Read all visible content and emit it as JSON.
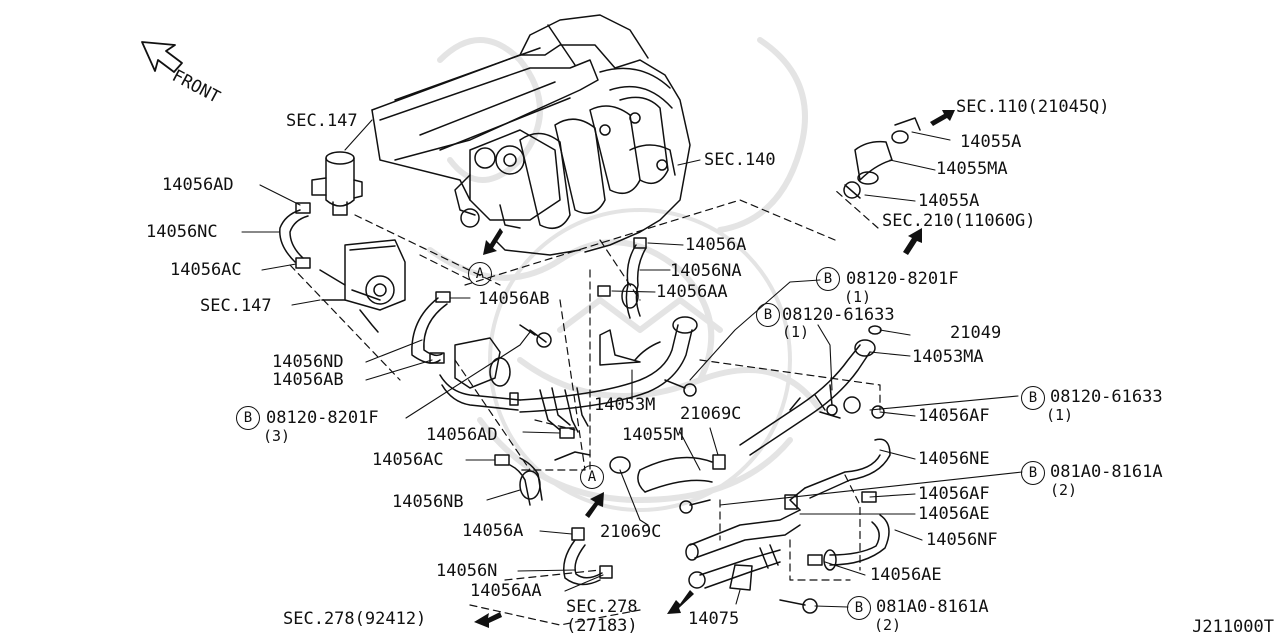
{
  "diagram": {
    "code": "J211000T",
    "front_label": "FRONT",
    "ref_markers": {
      "A": "A",
      "B": "B"
    },
    "parts": {
      "sec147_top": "SEC.147",
      "p14056AD_1": "14056AD",
      "p14056NC": "14056NC",
      "p14056AC_1": "14056AC",
      "sec147_bottom": "SEC.147",
      "p14056ND": "14056ND",
      "p14056AB_1": "14056AB",
      "p08120_8201F_1": "08120-8201F",
      "q3": "(3)",
      "p14056AD_2": "14056AD",
      "p14056AC_2": "14056AC",
      "p14056NB": "14056NB",
      "p14056A_1": "14056A",
      "p14056N": "14056N",
      "p14056AA_1": "14056AA",
      "sec278_left": "SEC.278(92412)",
      "sec278_mid_a": "SEC.278",
      "sec278_mid_b": "(27183)",
      "p14075": "14075",
      "p081A0_2": "081A0-8161A",
      "q2b": "(2)",
      "p14056AE_1": "14056AE",
      "p14056NF": "14056NF",
      "p14056AE_2": "14056AE",
      "p14056AF_1": "14056AF",
      "p081A0_1": "081A0-8161A",
      "q2a": "(2)",
      "p14056NE": "14056NE",
      "p14056AF_2": "14056AF",
      "p08120_61633_2": "08120-61633",
      "q1c": "(1)",
      "p14053MA": "14053MA",
      "p21049": "21049",
      "p08120_61633_1": "08120-61633",
      "q1b": "(1)",
      "p08120_8201F_2": "08120-8201F",
      "q1a": "(1)",
      "p14056AA_2": "14056AA",
      "p14056NA": "14056NA",
      "p14056A_2": "14056A",
      "sec210": "SEC.210(11060G)",
      "p14055A_2": "14055A",
      "p14055MA": "14055MA",
      "p14055A_1": "14055A",
      "sec110": "SEC.110(21045Q)",
      "sec140": "SEC.140",
      "p14053M": "14053M",
      "p21069C_1": "21069C",
      "p14055M": "14055M",
      "p21069C_2": "21069C",
      "p14056AB_2": "14056AB"
    }
  }
}
